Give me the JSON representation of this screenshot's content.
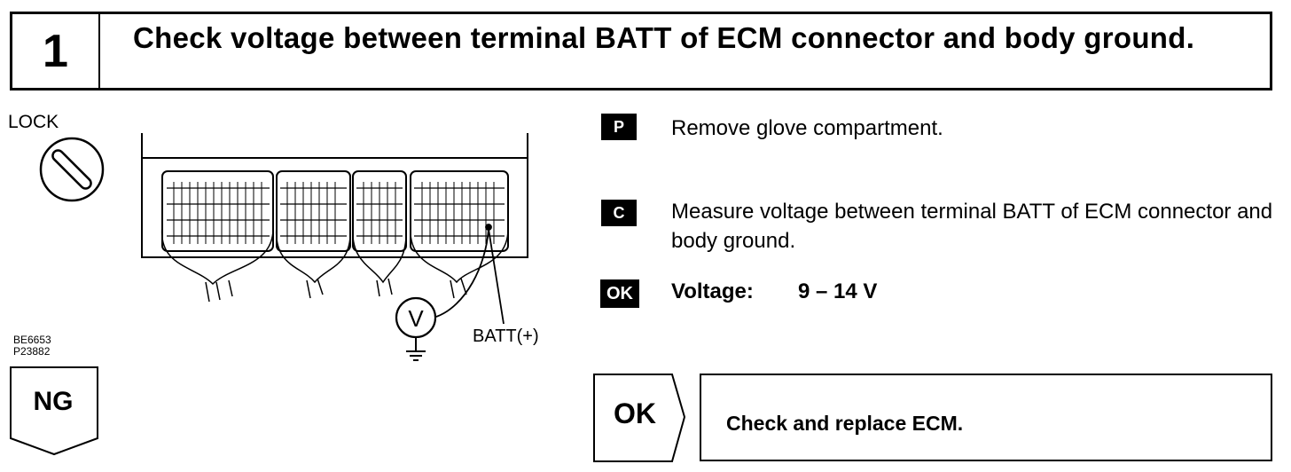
{
  "step": {
    "number": "1",
    "title": "Check voltage between terminal BATT of ECM connector and body ground."
  },
  "figure": {
    "ignition_label": "LOCK",
    "ignition_icon": "ignition-key-lock-icon",
    "codes": [
      "BE6653",
      "P23882"
    ],
    "terminal_label": "BATT(+)",
    "meter_symbol": "V"
  },
  "instructions": [
    {
      "badge": "P",
      "text": "Remove glove compartment."
    },
    {
      "badge": "C",
      "text": "Measure voltage between terminal BATT of ECM connector and body ground."
    }
  ],
  "spec": {
    "badge": "OK",
    "label": "Voltage:",
    "value": "9 – 14 V"
  },
  "outcomes": {
    "ng_label": "NG",
    "ok_label": "OK",
    "ok_action": "Check and replace ECM."
  }
}
